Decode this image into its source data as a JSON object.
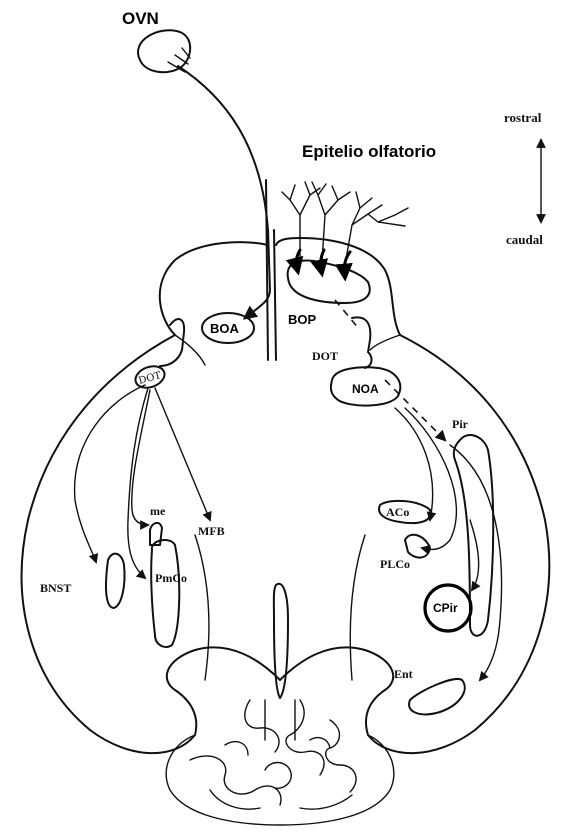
{
  "title_ovn": "OVN",
  "title_epithelium": "Epitelio olfatorio",
  "orientation": {
    "rostral": "rostral",
    "caudal": "caudal"
  },
  "labels": {
    "boa": "BOA",
    "bop": "BOP",
    "dot_left": "DOT",
    "dot_right": "DOT",
    "noa": "NOA",
    "pir": "Pir",
    "me": "me",
    "mfb": "MFB",
    "aco": "ACo",
    "plco": "PLCo",
    "bnst": "BNST",
    "pmco": "PmCo",
    "cpir": "CPir",
    "ent": "Ent"
  }
}
